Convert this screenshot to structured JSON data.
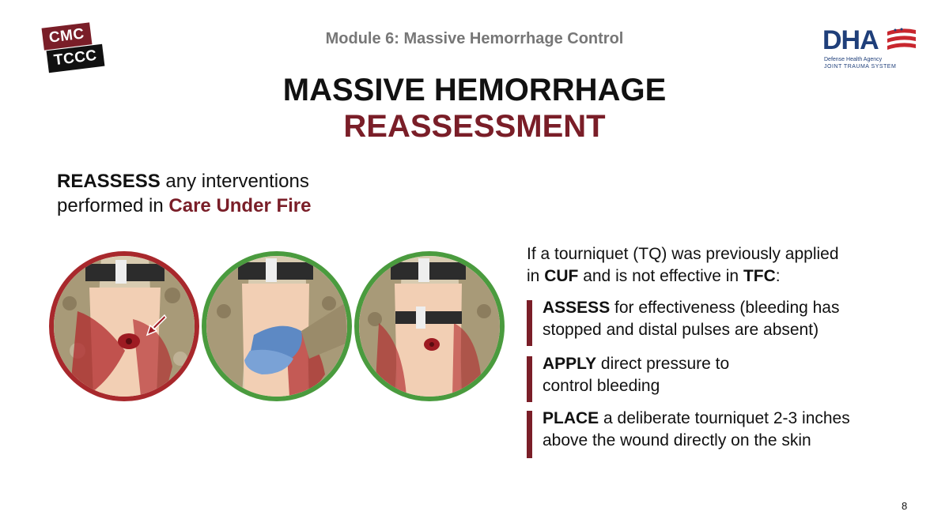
{
  "logo_left": {
    "line1": "CMC",
    "line2": "TCCC"
  },
  "module_title": "Module 6: Massive Hemorrhage Control",
  "logo_right": {
    "letters": "DHA",
    "sub1": "Defense Health Agency",
    "sub2": "JOINT TRAUMA SYSTEM"
  },
  "title": {
    "line1": "MASSIVE HEMORRHAGE",
    "line2": "REASSESSMENT"
  },
  "lead": {
    "bold": "REASSESS",
    "text1": " any interventions",
    "text2": "performed in ",
    "highlight": "Care Under Fire"
  },
  "tq_intro": {
    "t1": "If a tourniquet (TQ) was previously applied",
    "t2": "in ",
    "cuf": "CUF",
    "t3": " and is not effective in ",
    "tfc": "TFC",
    "t4": ":"
  },
  "steps": [
    {
      "bold": "ASSESS",
      "rest1": " for effectiveness (bleeding has",
      "rest2": "stopped and distal pulses are absent)"
    },
    {
      "bold": "APPLY",
      "rest1": " direct pressure to",
      "rest2": "control bleeding"
    },
    {
      "bold": "PLACE",
      "rest1": " a deliberate tourniquet 2-3 inches",
      "rest2": "above the wound directly on the skin"
    }
  ],
  "colors": {
    "maroon": "#7a1e28",
    "red_ring": "#a8282c",
    "green_ring": "#4a9b3e",
    "dha_blue": "#1f3f7a"
  },
  "page_number": "8"
}
